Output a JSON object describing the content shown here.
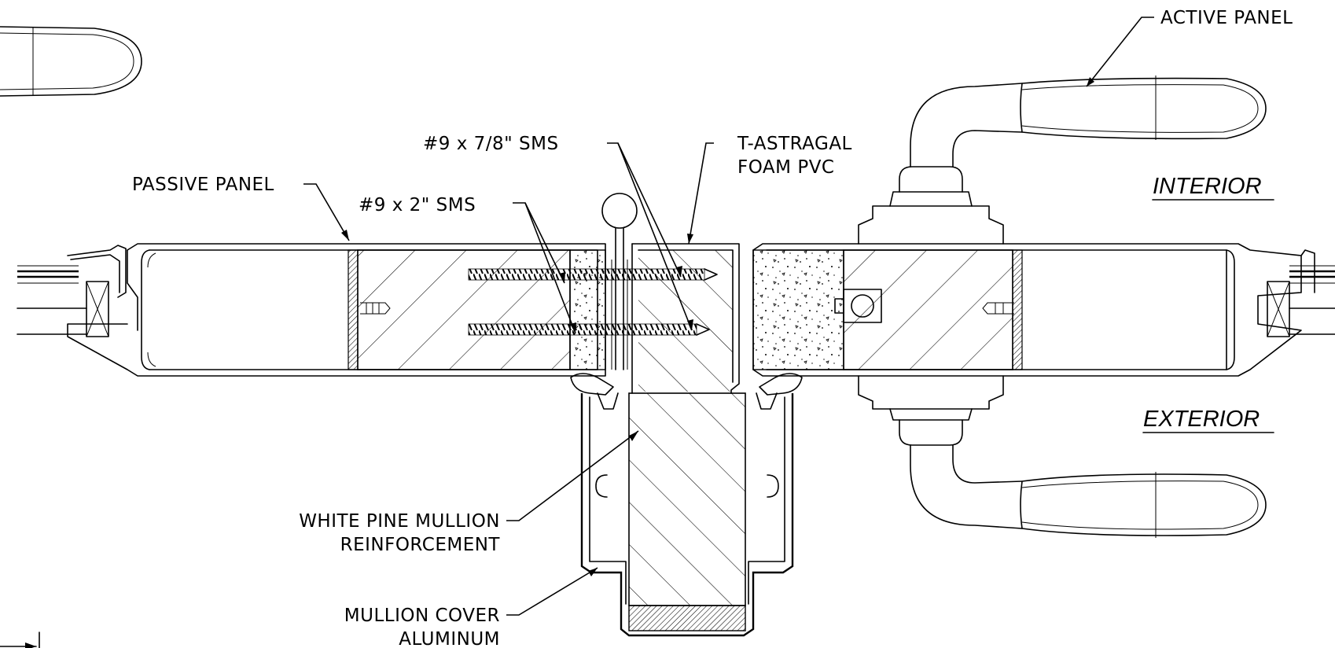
{
  "labels": {
    "active_panel": "ACTIVE PANEL",
    "sms_78": "#9 x 7/8\" SMS",
    "t_astragal_1": "T-ASTRAGAL",
    "t_astragal_2": "FOAM PVC",
    "passive_panel": "PASSIVE PANEL",
    "sms_2": "#9 x 2\" SMS",
    "interior": "INTERIOR",
    "exterior": "EXTERIOR",
    "white_pine_1": "WHITE PINE MULLION",
    "white_pine_2": "REINFORCEMENT",
    "mullion_cover_1": "MULLION COVER",
    "mullion_cover_2": "ALUMINUM"
  }
}
